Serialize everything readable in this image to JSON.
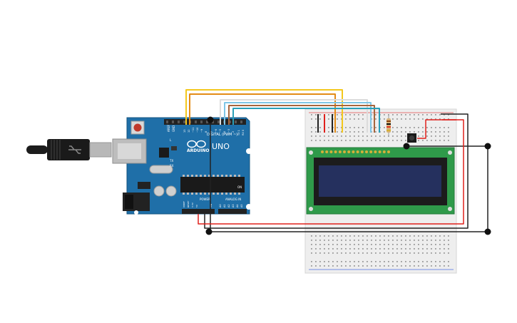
{
  "board": {
    "model_label": "UNO",
    "brand_label": "ARDUINO",
    "digital_header_label": "DIGITAL (PWM ~)",
    "power_header_label": "POWER",
    "analog_header_label": "ANALOG IN",
    "aref_label": "AREF",
    "gnd_label": "GND",
    "tx_label": "TX",
    "rx_label": "RX",
    "l_label": "L",
    "ioref_label": "IOREF",
    "reset_label": "RESET",
    "v33_label": "3.3V",
    "v5_label": "5V",
    "vin_label": "VIN",
    "on_label": "ON",
    "digital_pins": [
      "13",
      "12",
      "~11",
      "~10",
      "~9",
      "8",
      "7",
      "~6",
      "~5",
      "4",
      "~3",
      "2",
      "TX 1",
      "RX 0"
    ],
    "analog_pins": [
      "A0",
      "A1",
      "A2",
      "A3",
      "A4",
      "A5"
    ],
    "board_color": "#1f6fa8"
  },
  "wire_colors": {
    "red": "#e0201c",
    "black": "#222222",
    "yellow": "#f3c81d",
    "orange": "#e38b16",
    "white": "#dcdcdc",
    "light_blue": "#7fc6e6",
    "brown": "#a7653c",
    "teal": "#2a9fb8"
  },
  "lcd": {
    "pcb_color": "#2f9a4a",
    "screen_color": "#25305e"
  },
  "breadboard": {
    "color": "#eeeeee"
  }
}
